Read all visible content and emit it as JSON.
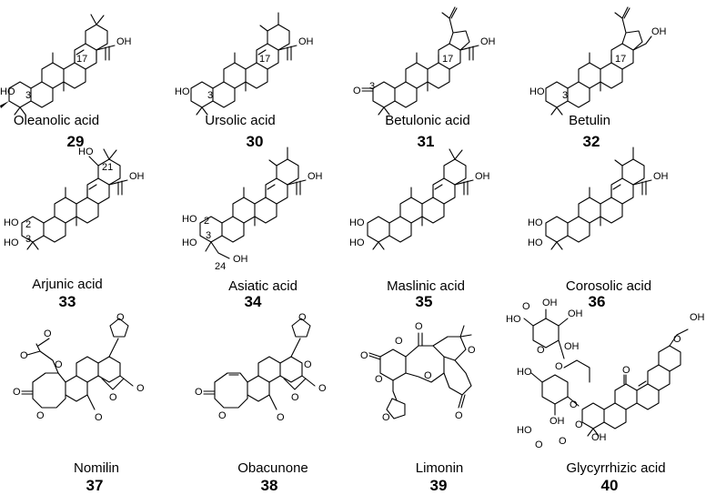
{
  "compounds": [
    {
      "name": "Oleanolic acid",
      "number": "29",
      "labels": [
        "OH",
        "HO",
        "3",
        "17"
      ]
    },
    {
      "name": "Ursolic acid",
      "number": "30",
      "labels": [
        "OH",
        "HO",
        "3",
        "17"
      ]
    },
    {
      "name": "Betulonic acid",
      "number": "31",
      "labels": [
        "OH",
        "O",
        "3",
        "17"
      ]
    },
    {
      "name": "Betulin",
      "number": "32",
      "labels": [
        "OH",
        "HO",
        "3",
        "17"
      ]
    },
    {
      "name": "Arjunic acid",
      "number": "33",
      "labels": [
        "HO",
        "21",
        "OH",
        "HO",
        "2",
        "HO",
        "3"
      ]
    },
    {
      "name": "Asiatic acid",
      "number": "34",
      "labels": [
        "OH",
        "HO",
        "2",
        "HO",
        "3",
        "24",
        "OH"
      ]
    },
    {
      "name": "Maslinic acid",
      "number": "35",
      "labels": [
        "OH",
        "HO",
        "HO"
      ]
    },
    {
      "name": "Corosolic acid",
      "number": "36",
      "labels": [
        "OH",
        "HO",
        "HO"
      ]
    },
    {
      "name": "Nomilin",
      "number": "37",
      "labels": [
        "O",
        "O",
        "O",
        "O",
        "O",
        "O",
        "O",
        "O",
        "O"
      ]
    },
    {
      "name": "Obacunone",
      "number": "38",
      "labels": [
        "O",
        "O",
        "O",
        "O",
        "O",
        "O",
        "O"
      ]
    },
    {
      "name": "Limonin",
      "number": "39",
      "labels": [
        "O",
        "O",
        "O",
        "O",
        "O",
        "O",
        "O",
        "O"
      ]
    },
    {
      "name": "Glycyrrhizic acid",
      "number": "40",
      "labels": [
        "OH",
        "O",
        "O",
        "HO",
        "O",
        "OH",
        "OH",
        "OH",
        "O",
        "HO",
        "O",
        "O",
        "HO",
        "O",
        "OH",
        "O",
        "O",
        "OH"
      ]
    }
  ]
}
